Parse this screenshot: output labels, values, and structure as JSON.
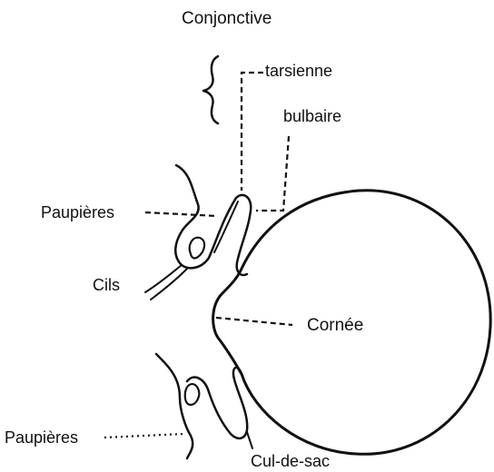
{
  "labels": {
    "conjonctive": "Conjonctive",
    "tarsienne": "tarsienne",
    "bulbaire": "bulbaire",
    "paupieres_top": "Paupières",
    "cils": "Cils",
    "cornee": "Cornée",
    "paupieres_bottom": "Paupières",
    "cul_de_sac": "Cul-de-sac"
  },
  "colors": {
    "ink": "#111111",
    "background": "#ffffff"
  }
}
